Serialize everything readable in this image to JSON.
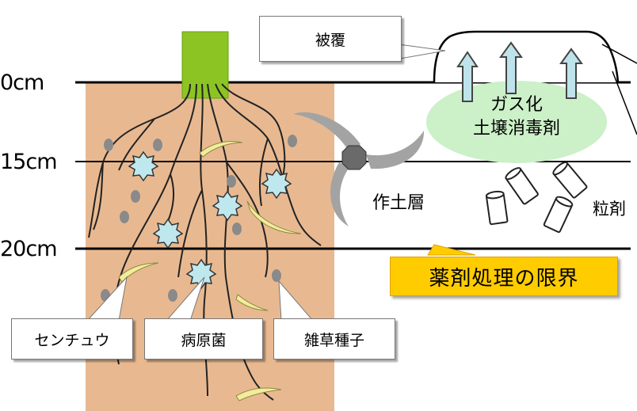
{
  "depth_labels": {
    "d0": "0cm",
    "d15": "15cm",
    "d20": "20cm"
  },
  "labels": {
    "cover": "被覆",
    "gas_fumigant_line1": "ガス化",
    "gas_fumigant_line2": "土壌消毒剤",
    "topsoil": "作土層",
    "granules": "粒剤",
    "treatment_limit": "薬剤処理の限界",
    "nematode": "センチュウ",
    "pathogen": "病原菌",
    "weed_seeds": "雑草種子"
  },
  "colors": {
    "soil": "#e8b991",
    "plant_stem": "#8cc424",
    "gas_cloud": "#ccf0c8",
    "arrow_fill": "#bfe3ea",
    "pathogen_fill": "#bfe8ee",
    "worm_fill": "#f2ec9c",
    "limit_box": "#ffcc00",
    "tiller_blade": "#a3a3a3",
    "tiller_hub": "#6a6a6a"
  }
}
